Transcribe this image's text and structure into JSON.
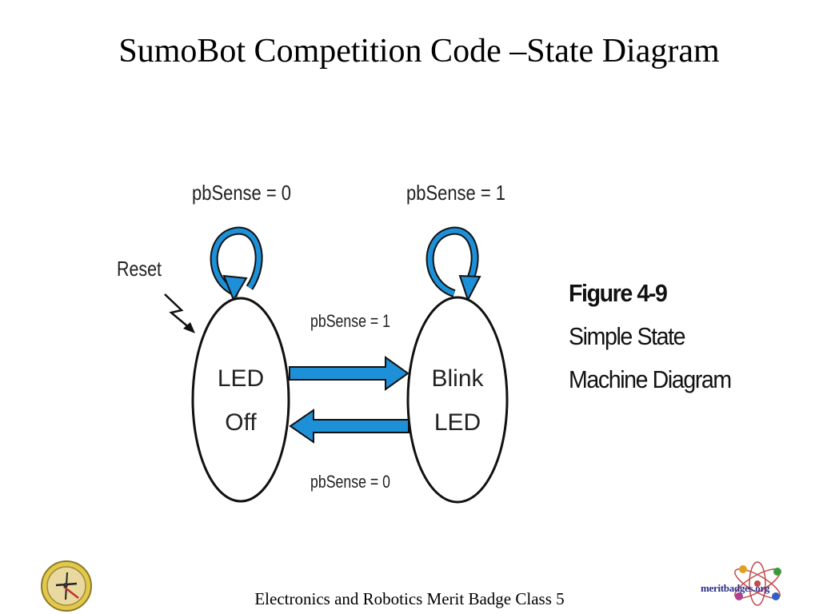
{
  "slide": {
    "title": "SumoBot Competition Code –State Diagram",
    "footer": "Electronics and Robotics Merit Badge Class 5"
  },
  "diagram": {
    "states": [
      {
        "id": "led-off",
        "line1": "LED",
        "line2": "Off",
        "self_loop_label": "pbSense = 0"
      },
      {
        "id": "blink-led",
        "line1": "Blink",
        "line2": "LED",
        "self_loop_label": "pbSense = 1"
      }
    ],
    "transitions": [
      {
        "from": "led-off",
        "to": "blink-led",
        "label": "pbSense = 1"
      },
      {
        "from": "blink-led",
        "to": "led-off",
        "label": "pbSense = 0"
      }
    ],
    "reset_label": "Reset",
    "arrow_color": "#1e90d8"
  },
  "caption": {
    "number": "Figure 4-9",
    "line1": "Simple State",
    "line2": "Machine Diagram"
  },
  "logo": {
    "text": "meritbadges.org"
  }
}
